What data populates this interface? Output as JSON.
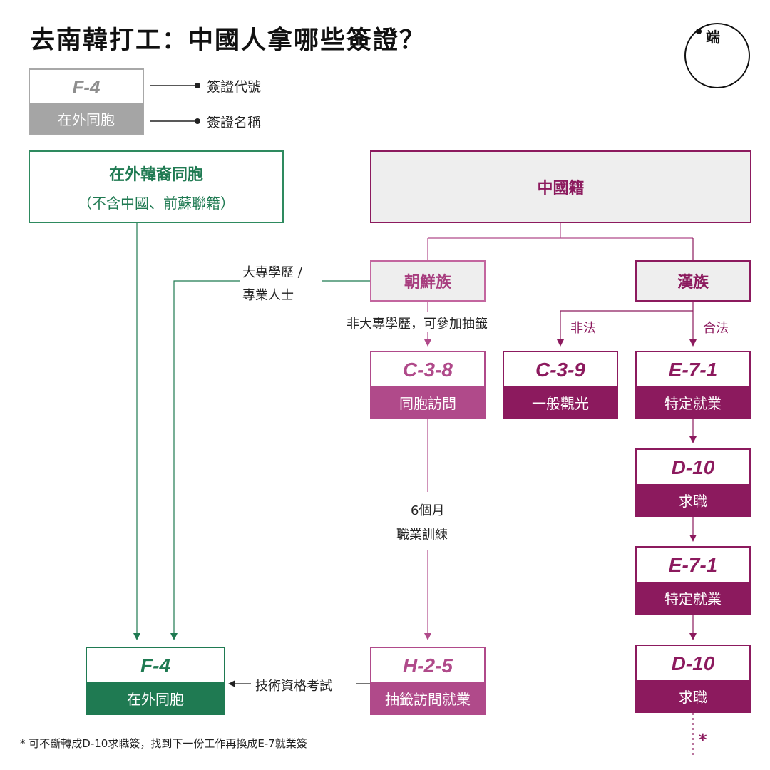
{
  "title": "去南韓打工：中國人拿哪些簽證？",
  "logo": {
    "mark": "端",
    "icon": "initium-logo-icon"
  },
  "legend": {
    "code": "F-4",
    "name": "在外同胞",
    "code_label": "簽證代號",
    "name_label": "簽證名稱"
  },
  "overseas_korean": {
    "title": "在外韓裔同胞",
    "subtitle": "（不含中國、前蘇聯籍）"
  },
  "chinese_nationality": {
    "title": "中國籍"
  },
  "ethnic_korean": {
    "label": "朝鮮族"
  },
  "han": {
    "label": "漢族"
  },
  "edges": {
    "college": [
      "大專學歷 /",
      "專業人士"
    ],
    "non_college": "非大專學歷，可參加抽籤",
    "illegal": "非法",
    "legal": "合法",
    "training": [
      "6個月",
      "職業訓練"
    ],
    "exam": "技術資格考試"
  },
  "visas": {
    "c38": {
      "code": "C-3-8",
      "name": "同胞訪問"
    },
    "c39": {
      "code": "C-3-9",
      "name": "一般觀光"
    },
    "e71_a": {
      "code": "E-7-1",
      "name": "特定就業"
    },
    "d10_a": {
      "code": "D-10",
      "name": "求職"
    },
    "e71_b": {
      "code": "E-7-1",
      "name": "特定就業"
    },
    "d10_b": {
      "code": "D-10",
      "name": "求職"
    },
    "h25": {
      "code": "H-2-5",
      "name": "抽籤訪問就業"
    },
    "f4": {
      "code": "F-4",
      "name": "在外同胞"
    }
  },
  "footnote": "* 可不斷轉成D-10求職簽，找到下一份工作再換成E-7就業簽",
  "footnote_marker": "*",
  "colors": {
    "green": "#1f7a52",
    "purple": "#8c1a5e",
    "pink": "#b04a8a",
    "gray": "#a5a5a5"
  }
}
